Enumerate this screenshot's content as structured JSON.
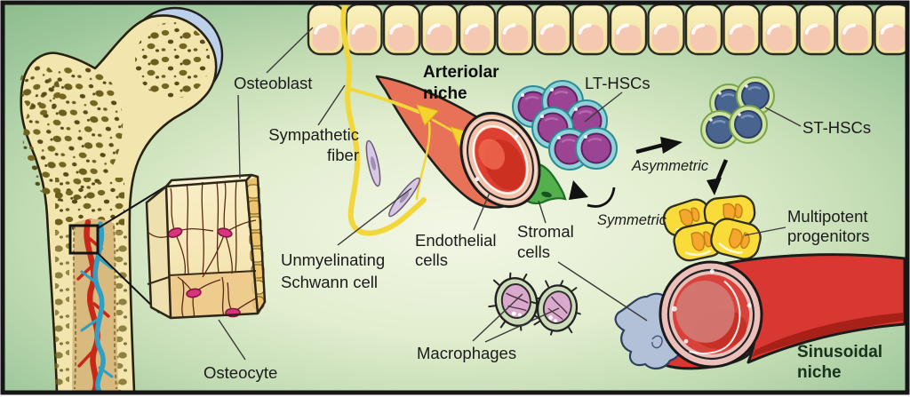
{
  "labels": {
    "osteoblast": "Osteoblast",
    "sympathetic_fiber": [
      "Sympathetic",
      "fiber"
    ],
    "unmyelinating_schwann_cell": [
      "Unmyelinating",
      "Schwann cell"
    ],
    "osteocyte": "Osteocyte",
    "arteriolar_niche": [
      "Arteriolar",
      "niche"
    ],
    "endothelial_cells": [
      "Endothelial",
      "cells"
    ],
    "stromal_cells": [
      "Stromal",
      "cells"
    ],
    "lt_hscs": "LT-HSCs",
    "st_hscs": "ST-HSCs",
    "asymmetric": "Asymmetric",
    "symmetric": "Symmetric",
    "multipotent_progenitors": [
      "Multipotent",
      "progenitors"
    ],
    "macrophages": "Macrophages",
    "sinusoidal_niche": [
      "Sinusoidal",
      "niche"
    ]
  },
  "colors": {
    "background_center": "#f3f7e6",
    "background_edge": "#8abb8b",
    "frame": "#161616",
    "bone_fill": "#f3e5ae",
    "spongy_dot": "#6d5e1d",
    "cartilage_blue": "#bdd0ea",
    "marrow_tan": "#d9ba7e",
    "artery_red": "#c8281a",
    "vein_blue": "#2f9fc4",
    "osteoblast_cell_cream": "#f6ecb4",
    "osteoblast_nucleus_pink": "#f5c8b2",
    "sympathetic_fiber_yellow": "#f2d73a",
    "schwann_cell_lavender": "#d8c9e2",
    "arteriole_body": "#e87258",
    "vessel_wall_pink": "#f2c2ab",
    "arteriole_lumen": "#dd4030",
    "stromal_cell_green": "#54b04c",
    "lt_hsc_purple": "#9c4494",
    "lt_hsc_ring_teal": "#8fd2d8",
    "st_hsc_blue": "#49658f",
    "st_hsc_ring_green": "#cfe3a2",
    "progenitor_yellow": "#f9db3a",
    "progenitor_nucleus_orange": "#f4a72c",
    "macrophage_green": "#cdddba",
    "macrophage_nucleus_pink": "#d9aacb",
    "sinusoid_red": "#d93732",
    "stromal_cell_blue": "#b2c1d8",
    "osteocyte_magenta": "#d6357d",
    "label_text": "#1b1b1b",
    "sinusoidal_label_dark_green": "#16331c"
  }
}
